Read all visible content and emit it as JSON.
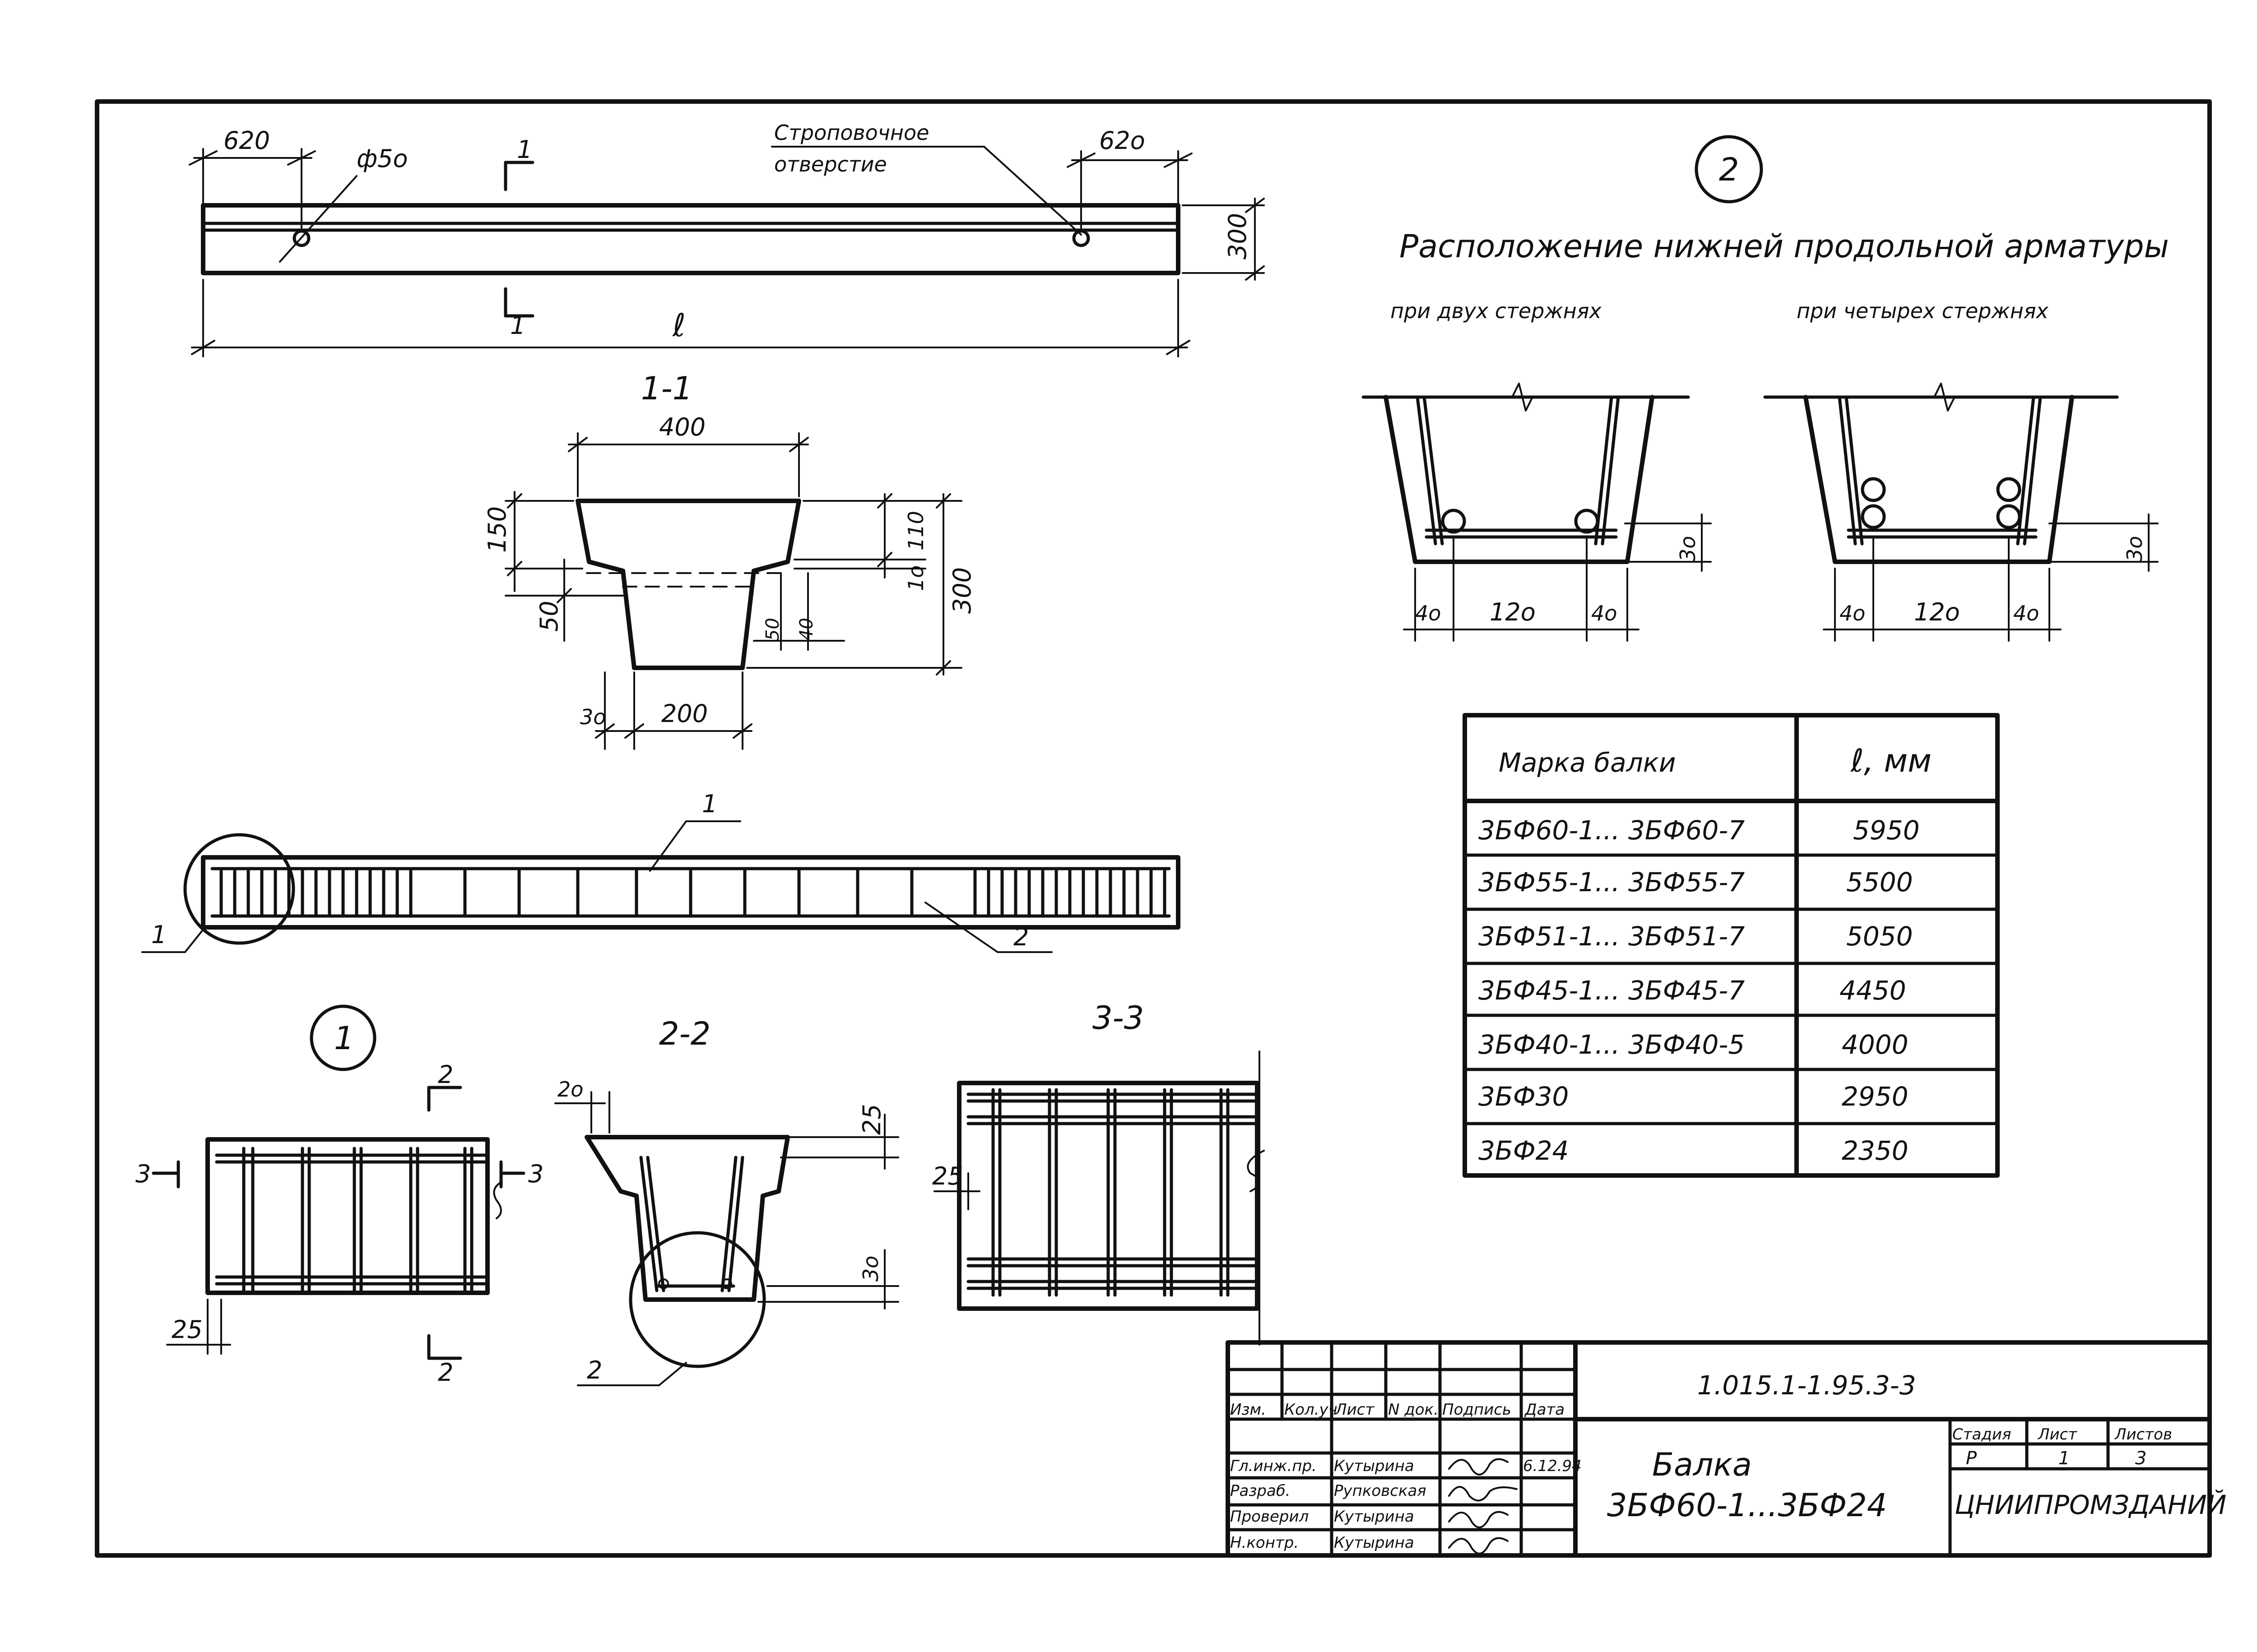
{
  "plan_view": {
    "dim_left": "620",
    "dim_right": "62o",
    "hole_dia": "ф5o",
    "hole_label_line1": "Строповочное",
    "hole_label_line2": "отверстие",
    "section_mark": "1",
    "height_dim": "300",
    "length_symbol": "ℓ"
  },
  "section_1_1": {
    "title": "1-1",
    "top_width": "400",
    "bottom_width": "200",
    "offset_30": "3o",
    "flange_h": "150",
    "notch_50": "50",
    "right_110": "110",
    "right_10": "1o",
    "total_300": "300",
    "small_50": "50",
    "small_40": "40"
  },
  "elevation_view": {
    "callout_1": "1",
    "callout_2": "2",
    "position_1": "1"
  },
  "detail_1": {
    "circle_label": "1",
    "section_2": "2",
    "section_3": "3",
    "dim_25": "25"
  },
  "section_2_2": {
    "title": "2-2",
    "dim_20": "2o",
    "dim_25": "25",
    "dim_30": "3o",
    "callout": "2"
  },
  "section_3_3": {
    "title": "3-3",
    "dim_25": "25"
  },
  "detail_2": {
    "circle_label": "2",
    "heading": "Расположение нижней продольной арматуры",
    "sub_two_bars": "при двух стержнях",
    "sub_four_bars": "при четырех стержнях",
    "dim_40_a": "4o",
    "dim_120": "12o",
    "dim_40_b": "4o",
    "dim_30": "3o"
  },
  "beam_table": {
    "header_mark": "Марка балки",
    "header_len": "ℓ, мм",
    "rows": [
      {
        "mark": "3БФ60-1... 3БФ60-7",
        "len": "5950"
      },
      {
        "mark": "3БФ55-1... 3БФ55-7",
        "len": "5500"
      },
      {
        "mark": "3БФ51-1... 3БФ51-7",
        "len": "5050"
      },
      {
        "mark": "3БФ45-1... 3БФ45-7",
        "len": "4450"
      },
      {
        "mark": "3БФ40-1... 3БФ40-5",
        "len": "4000"
      },
      {
        "mark": "3БФ30",
        "len": "2950"
      },
      {
        "mark": "3БФ24",
        "len": "2350"
      }
    ]
  },
  "title_block": {
    "doc_code": "1.015.1-1.95.3-3",
    "col_headers": [
      "Изм.",
      "Кол.уч",
      "Лист",
      "N док.",
      "Подпись",
      "Дата"
    ],
    "staff": [
      {
        "role": "Гл.инж.пр.",
        "name": "Кутырина",
        "date": "6.12.94"
      },
      {
        "role": "Разраб.",
        "name": "Рупковская",
        "date": ""
      },
      {
        "role": "Проверил",
        "name": "Кутырина",
        "date": ""
      },
      {
        "role": "Н.контр.",
        "name": "Кутырина",
        "date": ""
      }
    ],
    "title_line1": "Балка",
    "title_line2": "3БФ60-1...3БФ24",
    "stage_header": "Стадия",
    "sheet_header": "Лист",
    "sheets_header": "Листов",
    "stage": "Р",
    "sheet": "1",
    "sheets": "3",
    "org": "ЦНИИПРОМЗДАНИЙ"
  }
}
